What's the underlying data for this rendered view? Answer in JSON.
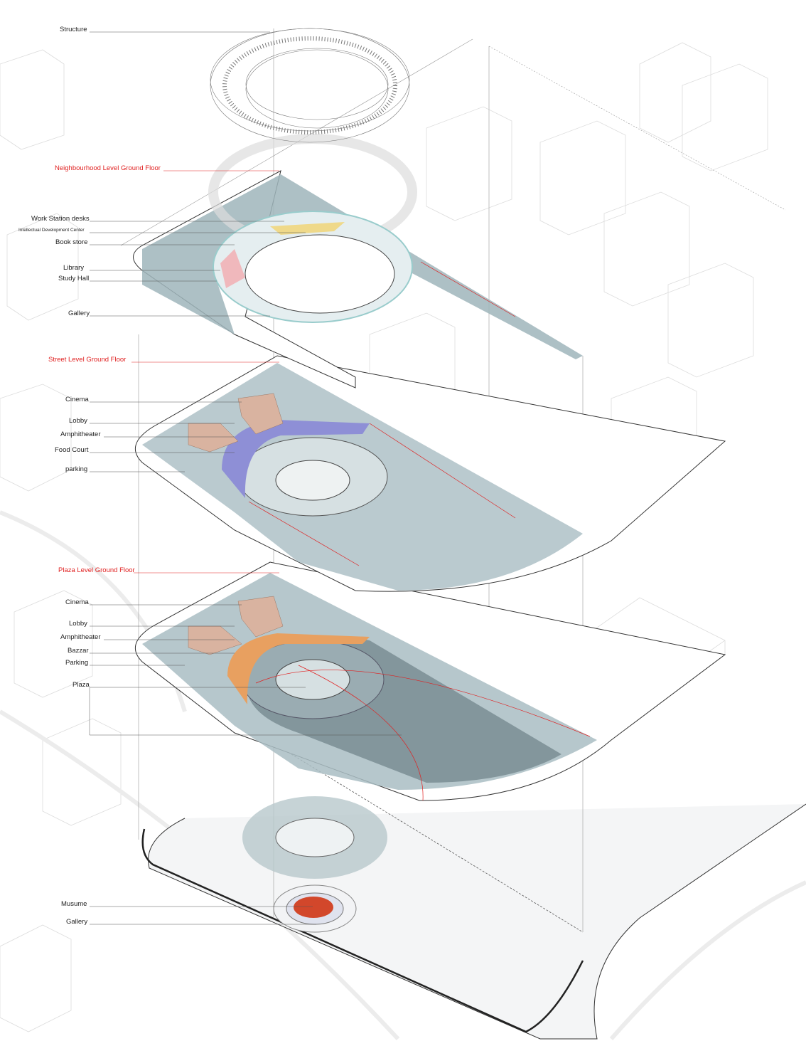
{
  "colors": {
    "accent": "#e02020",
    "slab": "#9fb8bf",
    "slab_dark": "#7d9198",
    "lobby": "#8e8fd6",
    "bazzar": "#e8a060",
    "cinema": "#d9b3a0",
    "library": "#f0b8bc",
    "workstation": "#efd98a",
    "museum": "#d2472b"
  },
  "labels": {
    "structure": "Structure",
    "neighbourhood": "Neighbourhood Level Ground Floor",
    "workstation": "Work Station desks",
    "idc": "Intellectual Development Center",
    "bookstore": "Book store",
    "library": "Library",
    "studyhall": "Study Hall",
    "gallery1": "Gallery",
    "street": "Street Level Ground Floor",
    "cinema1": "Cinema",
    "lobby1": "Lobby",
    "amph1": "Amphitheater",
    "foodcourt": "Food Court",
    "parking1": "parking",
    "plazalevel": "Plaza Level Ground Floor",
    "cinema2": "Cinema",
    "lobby2": "Lobby",
    "amph2": "Amphitheater",
    "bazzar": "Bazzar",
    "parking2": "Parking",
    "plaza": "Plaza",
    "musume": "Musume",
    "gallery2": "Gallery"
  }
}
